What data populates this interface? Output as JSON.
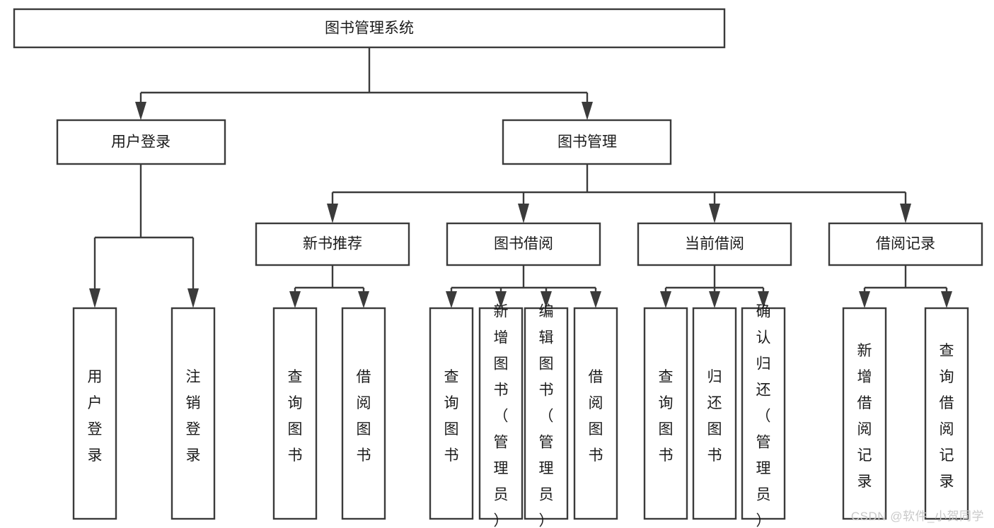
{
  "diagram": {
    "type": "tree-hierarchy-flowchart",
    "title": "图书管理系统",
    "watermark": "CSDN @软件_小贺同学",
    "colors": {
      "stroke": "#3b3b3b",
      "fill": "#ffffff",
      "text": "#1b1b1b",
      "watermark": "#c9c9c9"
    },
    "levels": {
      "root": {
        "label": "图书管理系统"
      },
      "level2": [
        {
          "id": "user-login",
          "label": "用户登录"
        },
        {
          "id": "book-management",
          "label": "图书管理"
        }
      ],
      "level3": [
        {
          "id": "new-book-recommend",
          "label": "新书推荐",
          "parent": "book-management"
        },
        {
          "id": "book-borrow",
          "label": "图书借阅",
          "parent": "book-management"
        },
        {
          "id": "current-borrow",
          "label": "当前借阅",
          "parent": "book-management"
        },
        {
          "id": "borrow-record",
          "label": "借阅记录",
          "parent": "book-management"
        }
      ],
      "leaves": [
        {
          "id": "leaf-user-login",
          "label": "用户登录",
          "parent": "user-login"
        },
        {
          "id": "leaf-logout-login",
          "label": "注销登录",
          "parent": "user-login"
        },
        {
          "id": "leaf-query-book-1",
          "label": "查询图书",
          "parent": "new-book-recommend"
        },
        {
          "id": "leaf-borrow-book-1",
          "label": "借阅图书",
          "parent": "new-book-recommend"
        },
        {
          "id": "leaf-query-book-2",
          "label": "查询图书",
          "parent": "book-borrow"
        },
        {
          "id": "leaf-add-book",
          "label": "新增图书（管理员）",
          "parent": "book-borrow"
        },
        {
          "id": "leaf-edit-book",
          "label": "编辑图书（管理员）",
          "parent": "book-borrow"
        },
        {
          "id": "leaf-borrow-book-2",
          "label": "借阅图书",
          "parent": "book-borrow"
        },
        {
          "id": "leaf-query-book-3",
          "label": "查询图书",
          "parent": "current-borrow"
        },
        {
          "id": "leaf-return-book",
          "label": "归还图书",
          "parent": "current-borrow"
        },
        {
          "id": "leaf-confirm-return",
          "label": "确认归还（管理员）",
          "parent": "current-borrow"
        },
        {
          "id": "leaf-add-record",
          "label": "新增借阅记录",
          "parent": "borrow-record"
        },
        {
          "id": "leaf-query-record",
          "label": "查询借阅记录",
          "parent": "borrow-record"
        }
      ]
    }
  }
}
